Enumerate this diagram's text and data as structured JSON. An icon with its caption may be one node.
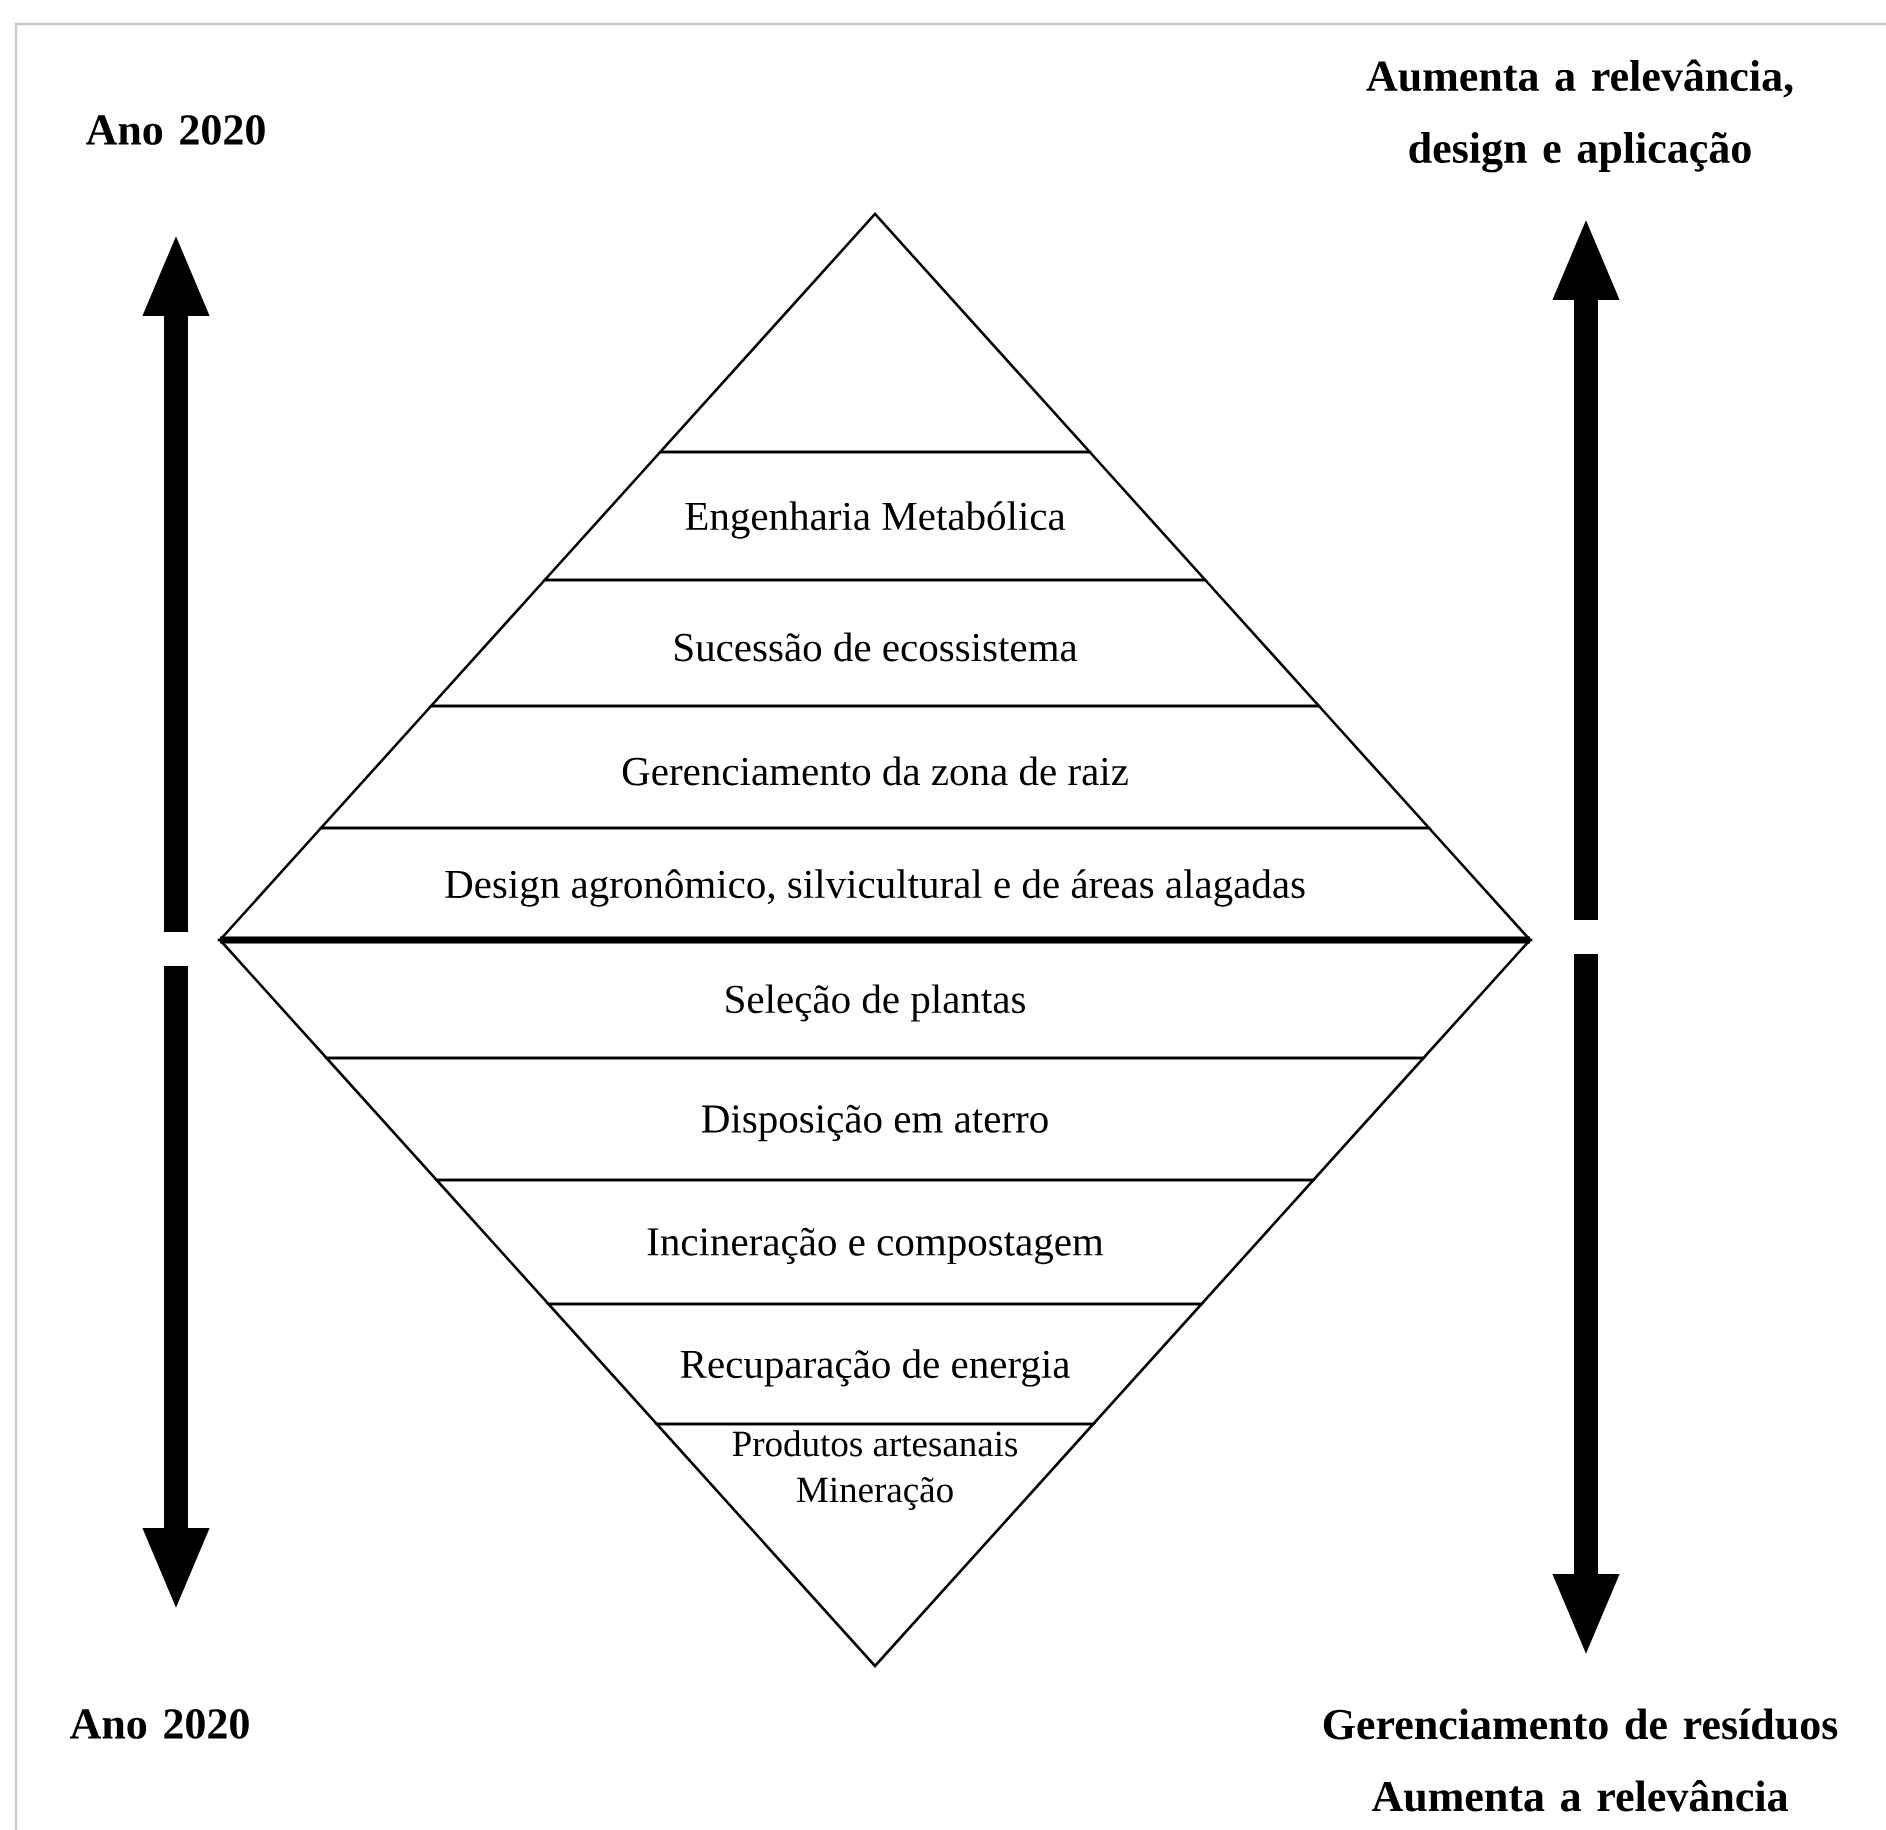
{
  "diagram": {
    "nodes": [
      {
        "text": [],
        "shape": "triangle"
      },
      {
        "text": [
          "Engenharia Metabólica"
        ]
      },
      {
        "text": [
          "Sucessão de ecossistema"
        ]
      },
      {
        "text": [
          "Gerenciamento da zona de raiz"
        ]
      },
      {
        "text": [
          "Design agronômico, silvicultural e de áreas alagadas"
        ]
      },
      {
        "text": [
          "Seleção de plantas"
        ]
      },
      {
        "text": [
          "Disposição em aterro"
        ]
      },
      {
        "text": [
          "Incineração e compostagem"
        ]
      },
      {
        "text": [
          "Recuparação de energia"
        ]
      },
      {
        "text": [
          "Produtos artesanais",
          "Mineração"
        ]
      }
    ],
    "labels": [
      "Ano 2020",
      "Aumenta a relevância, design e aplicação",
      "Ano 2020",
      "Gerenciamento de resíduos Aumenta a relevância"
    ]
  }
}
